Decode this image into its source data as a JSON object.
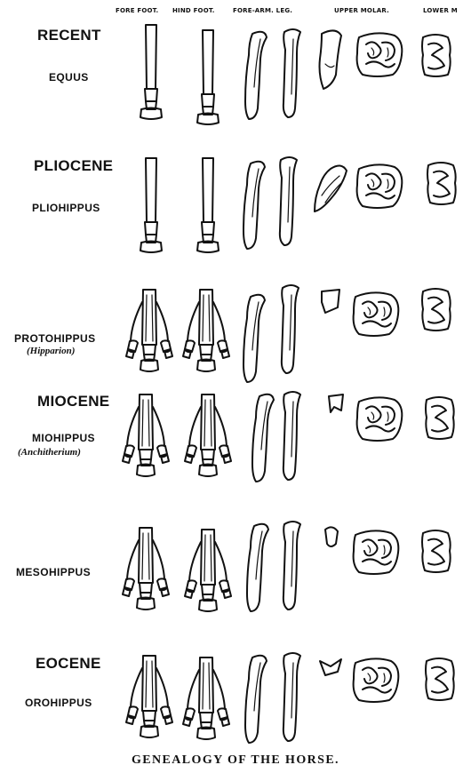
{
  "figure": {
    "column_headers": {
      "fore_foot": "FORE FOOT.",
      "hind_foot": "HIND FOOT.",
      "forearm_leg": "FORE-ARM. LEG.",
      "upper_molar": "UPPER MOLAR.",
      "lower_molar": "LOWER M"
    },
    "rows": [
      {
        "epoch": "RECENT",
        "genus": "EQUUS",
        "alt_name": ""
      },
      {
        "epoch": "PLIOCENE",
        "genus": "PLIOHIPPUS",
        "alt_name": ""
      },
      {
        "epoch": "",
        "genus": "PROTOHIPPUS",
        "alt_name": "(Hipparion)"
      },
      {
        "epoch": "MIOCENE",
        "genus": "MIOHIPPUS",
        "alt_name": "(Anchitherium)"
      },
      {
        "epoch": "",
        "genus": "MESOHIPPUS",
        "alt_name": ""
      },
      {
        "epoch": "EOCENE",
        "genus": "OROHIPPUS",
        "alt_name": ""
      }
    ],
    "caption": "GENEALOGY OF THE HORSE."
  }
}
